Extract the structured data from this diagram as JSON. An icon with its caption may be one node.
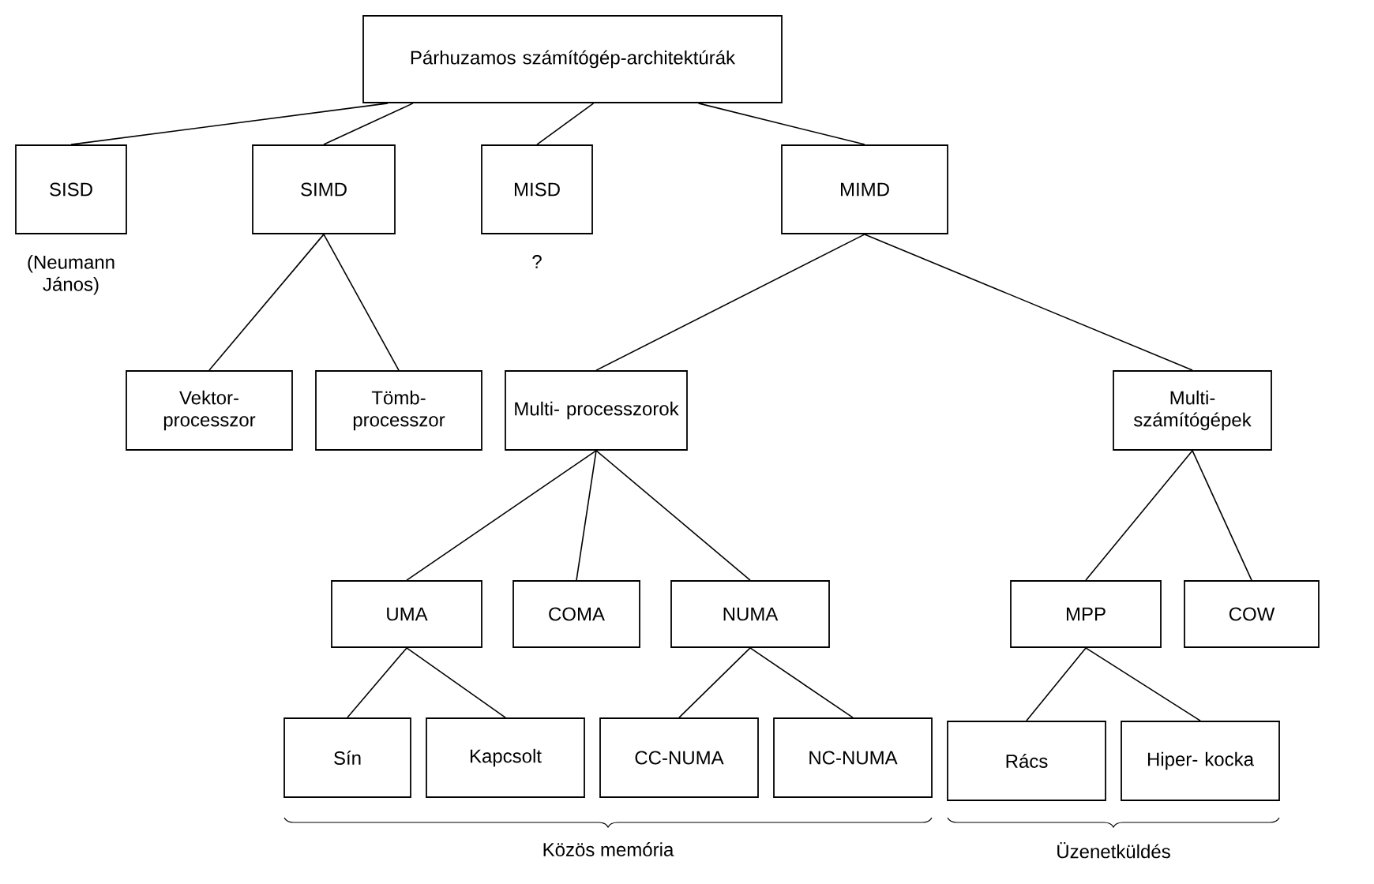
{
  "diagram": {
    "nodes": [
      {
        "text": [
          "Párhuzamos számítógép-architektúrák"
        ]
      },
      {
        "text": [
          "SISD"
        ],
        "beside": [
          "(Neumann János)"
        ]
      },
      {
        "text": [
          "SIMD"
        ]
      },
      {
        "text": [
          "MISD"
        ],
        "beside": [
          "?"
        ]
      },
      {
        "text": [
          "MIMD"
        ]
      },
      {
        "text": [
          "Vektor- processzor"
        ]
      },
      {
        "text": [
          "Tömb- processzor"
        ]
      },
      {
        "text": [
          "Multi- processzorok"
        ]
      },
      {
        "text": [
          "Multi- számítógépek"
        ]
      },
      {
        "text": [
          "UMA"
        ]
      },
      {
        "text": [
          "COMA"
        ]
      },
      {
        "text": [
          "NUMA"
        ]
      },
      {
        "text": [
          "MPP"
        ]
      },
      {
        "text": [
          "COW"
        ]
      },
      {
        "text": [
          "Sín"
        ]
      },
      {
        "text": [
          "Kapcsolt"
        ]
      },
      {
        "text": [
          "CC-NUMA"
        ]
      },
      {
        "text": [
          "NC-NUMA"
        ]
      },
      {
        "text": [
          "Rács"
        ]
      },
      {
        "text": [
          "Hiper- kocka"
        ]
      }
    ],
    "edges": [
      {
        "from": 0,
        "to": 1,
        "arrow": "none"
      },
      {
        "from": 0,
        "to": 2,
        "arrow": "none"
      },
      {
        "from": 0,
        "to": 3,
        "arrow": "none"
      },
      {
        "from": 0,
        "to": 4,
        "arrow": "none"
      },
      {
        "from": 2,
        "to": 5,
        "arrow": "none"
      },
      {
        "from": 2,
        "to": 6,
        "arrow": "none"
      },
      {
        "from": 4,
        "to": 7,
        "arrow": "none"
      },
      {
        "from": 4,
        "to": 8,
        "arrow": "none"
      },
      {
        "from": 7,
        "to": 9,
        "arrow": "none"
      },
      {
        "from": 7,
        "to": 10,
        "arrow": "none"
      },
      {
        "from": 7,
        "to": 11,
        "arrow": "none"
      },
      {
        "from": 8,
        "to": 12,
        "arrow": "none"
      },
      {
        "from": 8,
        "to": 13,
        "arrow": "none"
      },
      {
        "from": 9,
        "to": 14,
        "arrow": "none"
      },
      {
        "from": 9,
        "to": 15,
        "arrow": "none"
      },
      {
        "from": 11,
        "to": 16,
        "arrow": "none"
      },
      {
        "from": 11,
        "to": 17,
        "arrow": "none"
      },
      {
        "from": 12,
        "to": 18,
        "arrow": "none"
      },
      {
        "from": 12,
        "to": 19,
        "arrow": "none"
      }
    ],
    "labels": [
      "Közös memória",
      "Üzenetküldés"
    ]
  }
}
